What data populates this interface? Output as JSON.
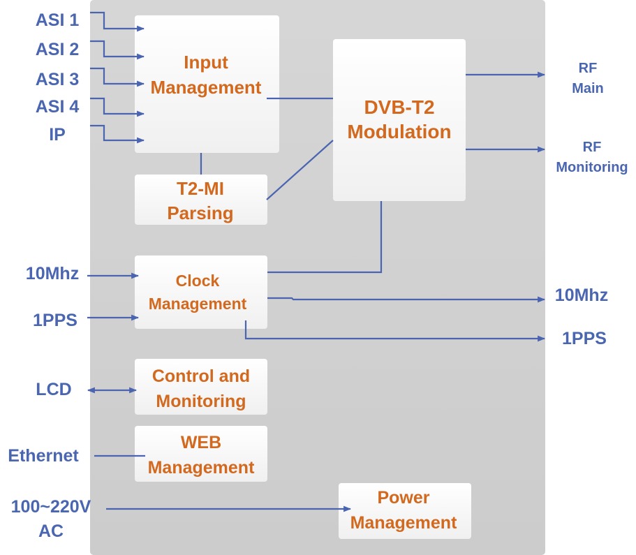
{
  "diagram": {
    "title": "DVB-T2 Modulator Block Diagram",
    "colors": {
      "chassis": "#d3d3d3",
      "block_fill": "#f7f7f7",
      "block_text": "#d2691e",
      "signal": "#4a64b0",
      "external_text": "#4a66b0"
    },
    "blocks": {
      "input_management": [
        "Input",
        "Management"
      ],
      "dvbt2_modulation": [
        "DVB-T2",
        "Modulation"
      ],
      "t2mi_parsing": [
        "T2-MI",
        "Parsing"
      ],
      "clock_management": [
        "Clock",
        "Management"
      ],
      "control_monitoring": [
        "Control and",
        "Monitoring"
      ],
      "web_management": [
        "WEB",
        "Management"
      ],
      "power_management": [
        "Power",
        "Management"
      ]
    },
    "inputs": {
      "asi1": "ASI 1",
      "asi2": "ASI 2",
      "asi3": "ASI 3",
      "asi4": "ASI 4",
      "ip": "IP",
      "clk_10mhz": "10Mhz",
      "pps": "1PPS",
      "lcd": "LCD",
      "ethernet": "Ethernet",
      "power": [
        "100~220V",
        "AC"
      ]
    },
    "outputs": {
      "rf_main": [
        "RF",
        "Main"
      ],
      "rf_monitoring": [
        "RF",
        "Monitoring"
      ],
      "clk_10mhz": "10Mhz",
      "pps": "1PPS"
    },
    "connections": [
      {
        "from": "ASI 1",
        "to": "Input Management",
        "type": "arrow"
      },
      {
        "from": "ASI 2",
        "to": "Input Management",
        "type": "arrow"
      },
      {
        "from": "ASI 3",
        "to": "Input Management",
        "type": "arrow"
      },
      {
        "from": "ASI 4",
        "to": "Input Management",
        "type": "arrow"
      },
      {
        "from": "IP",
        "to": "Input Management",
        "type": "arrow"
      },
      {
        "from": "Input Management",
        "to": "DVB-T2 Modulation",
        "type": "line"
      },
      {
        "from": "Input Management",
        "to": "T2-MI Parsing",
        "type": "line"
      },
      {
        "from": "T2-MI Parsing",
        "to": "DVB-T2 Modulation",
        "type": "line"
      },
      {
        "from": "DVB-T2 Modulation",
        "to": "RF Main",
        "type": "arrow"
      },
      {
        "from": "DVB-T2 Modulation",
        "to": "RF Monitoring",
        "type": "arrow"
      },
      {
        "from": "10Mhz",
        "to": "Clock Management",
        "type": "arrow"
      },
      {
        "from": "1PPS",
        "to": "Clock Management",
        "type": "arrow"
      },
      {
        "from": "Clock Management",
        "to": "DVB-T2 Modulation",
        "type": "line"
      },
      {
        "from": "Clock Management",
        "to": "10Mhz out",
        "type": "arrow"
      },
      {
        "from": "Clock Management",
        "to": "1PPS out",
        "type": "arrow"
      },
      {
        "from": "LCD",
        "to": "Control and Monitoring",
        "type": "bidirectional"
      },
      {
        "from": "Ethernet",
        "to": "WEB Management",
        "type": "line"
      },
      {
        "from": "100~220V AC",
        "to": "Power Management",
        "type": "arrow"
      }
    ]
  }
}
